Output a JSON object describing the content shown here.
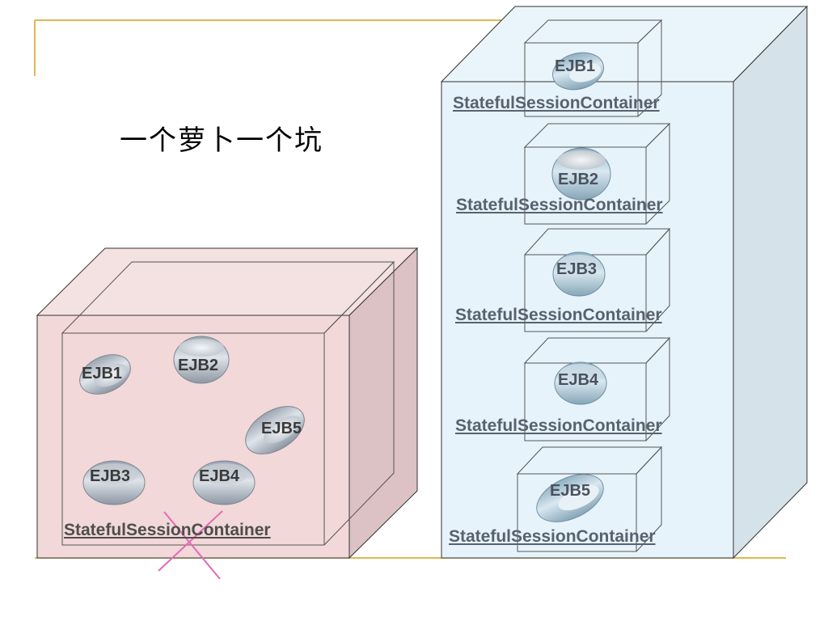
{
  "slide": {
    "title": "一个萝卜一个坑",
    "colors": {
      "accent_line": "#d4a017",
      "pool_fill": "#f5d9d9",
      "tower_fill": "#e3f2fb",
      "cross": "#e36ab5"
    }
  },
  "left_pool": {
    "beans": [
      {
        "label": "EJB1",
        "shape": "ring-tilted"
      },
      {
        "label": "EJB2",
        "shape": "ring"
      },
      {
        "label": "EJB5",
        "shape": "ring-tilted"
      },
      {
        "label": "EJB3",
        "shape": "disk"
      },
      {
        "label": "EJB4",
        "shape": "disk"
      }
    ],
    "container_label": "StatefulSessionContainer",
    "crossed_out": true
  },
  "right_tower": {
    "containers": [
      {
        "bean": "EJB1",
        "label": "StatefulSessionContainer"
      },
      {
        "bean": "EJB2",
        "label": "StatefulSessionContainer"
      },
      {
        "bean": "EJB3",
        "label": "StatefulSessionContainer"
      },
      {
        "bean": "EJB4",
        "label": "StatefulSessionContainer"
      },
      {
        "bean": "EJB5",
        "label": "StatefulSessionContainer"
      }
    ]
  }
}
